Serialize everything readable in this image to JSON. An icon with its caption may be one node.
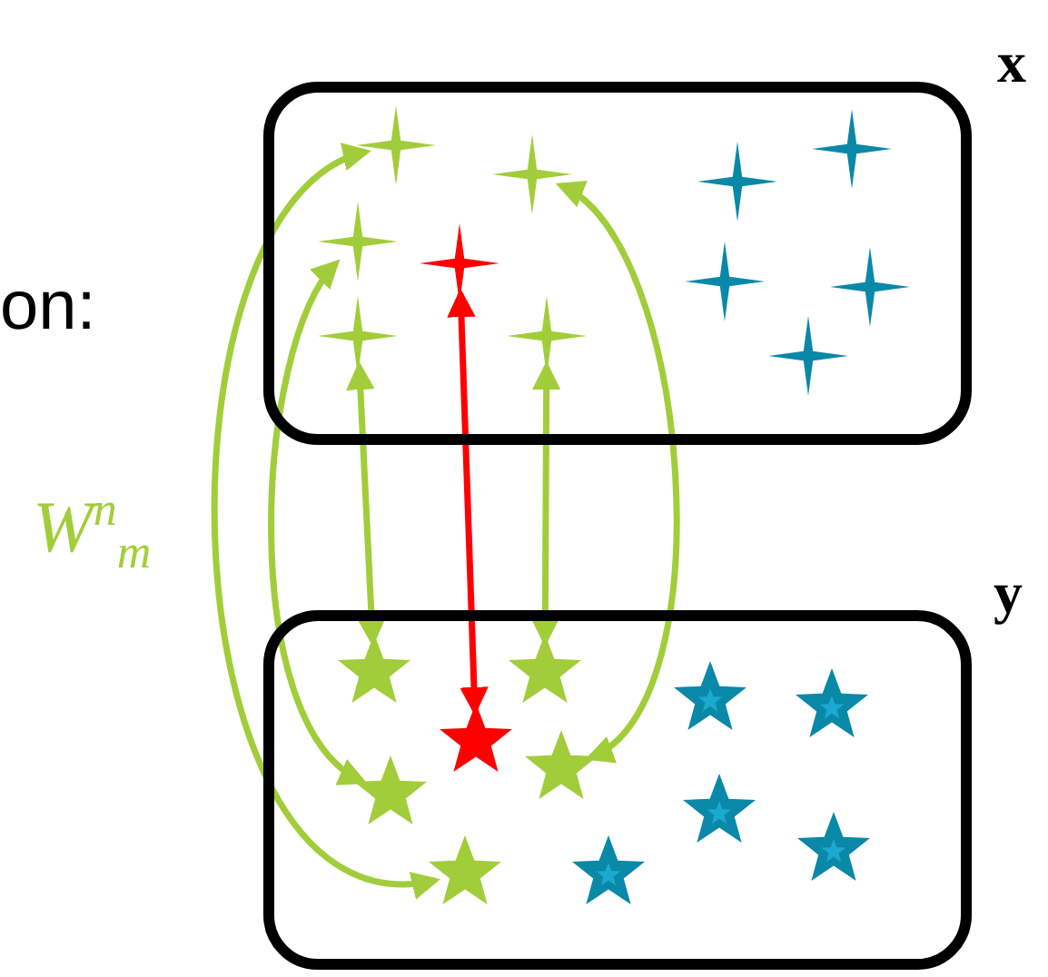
{
  "diagram": {
    "nodes": [
      {
        "text": [
          "x"
        ]
      },
      {
        "text": [],
        "shape": "star",
        "in": 0
      },
      {
        "text": [],
        "shape": "star",
        "in": 0
      },
      {
        "text": [],
        "shape": "star",
        "in": 0
      },
      {
        "text": [],
        "shape": "star",
        "in": 0
      },
      {
        "text": [],
        "shape": "star",
        "in": 0
      },
      {
        "text": [],
        "shape": "star",
        "in": 0
      },
      {
        "text": [],
        "shape": "star",
        "in": 0
      },
      {
        "text": [],
        "shape": "star",
        "in": 0
      },
      {
        "text": [],
        "shape": "star",
        "in": 0
      },
      {
        "text": [],
        "shape": "star",
        "in": 0
      },
      {
        "text": [],
        "shape": "star",
        "in": 0
      },
      {
        "text": [
          "y"
        ]
      },
      {
        "text": [],
        "shape": "star",
        "in": 12
      },
      {
        "text": [],
        "shape": "star",
        "in": 12
      },
      {
        "text": [],
        "shape": "star",
        "in": 12
      },
      {
        "text": [],
        "shape": "star",
        "in": 12
      },
      {
        "text": [],
        "shape": "star",
        "in": 12
      },
      {
        "text": [],
        "shape": "star",
        "in": 12
      },
      {
        "text": [],
        "shape": "star",
        "in": 12
      },
      {
        "text": [],
        "shape": "star",
        "in": 12
      },
      {
        "text": [],
        "shape": "star",
        "in": 12
      },
      {
        "text": [],
        "shape": "star",
        "in": 12
      },
      {
        "text": [],
        "shape": "star",
        "in": 12
      }
    ],
    "edges": [
      {
        "from": 1,
        "to": 22,
        "arrow": "both"
      },
      {
        "from": 5,
        "to": 19,
        "arrow": "both"
      },
      {
        "from": 9,
        "to": 13,
        "arrow": "both"
      },
      {
        "from": 6,
        "to": 17,
        "arrow": "both",
        "color": "#ff0000"
      },
      {
        "from": 10,
        "to": 14,
        "arrow": "both"
      },
      {
        "from": 3,
        "to": 18,
        "arrow": "both"
      }
    ],
    "labels": [
      "on:",
      "W$^{n}$$_{m}$"
    ]
  }
}
